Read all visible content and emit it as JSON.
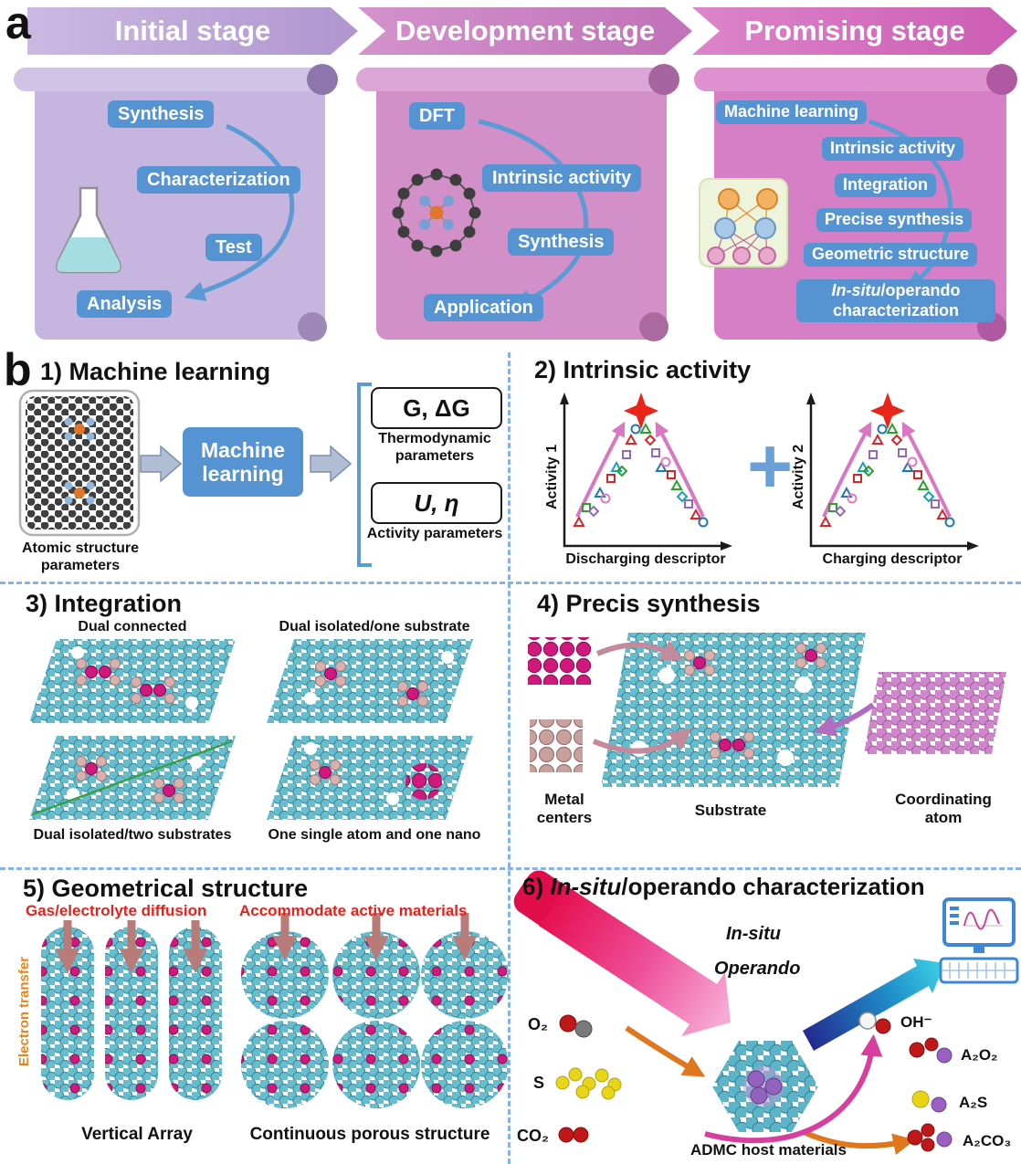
{
  "panel_a": {
    "label": "a",
    "stages": [
      {
        "banner": "Initial stage",
        "steps": [
          "Synthesis",
          "Characterization",
          "Test",
          "Analysis"
        ]
      },
      {
        "banner": "Development stage",
        "steps": [
          "DFT",
          "Intrinsic activity",
          "Synthesis",
          "Application"
        ]
      },
      {
        "banner": "Promising stage",
        "steps": [
          "Machine learning",
          "Intrinsic activity",
          "Integration",
          "Precise synthesis",
          "Geometric structure"
        ],
        "final_step": {
          "italic": "In-situ",
          "rest": "/operando characterization"
        }
      }
    ]
  },
  "panel_b": {
    "label": "b",
    "s1": {
      "heading": "1) Machine learning",
      "input_caption": "Atomic structure parameters",
      "process": "Machine learning",
      "out1": "G, ΔG",
      "out1_caption": "Thermodynamic parameters",
      "out2": "U, η",
      "out2_caption": "Activity parameters"
    },
    "s2": {
      "heading": "2) Intrinsic activity",
      "plot1_ylabel": "Activity 1",
      "plot1_xlabel": "Discharging descriptor",
      "plus": "+",
      "plot2_ylabel": "Activity 2",
      "plot2_xlabel": "Charging descriptor"
    },
    "s3": {
      "heading": "3) Integration",
      "label_tl": "Dual connected",
      "label_tr": "Dual isolated/one substrate",
      "label_bl": "Dual isolated/two substrates",
      "label_br": "One single atom and one nano"
    },
    "s4": {
      "heading": "4) Precis synthesis",
      "left_caption": "Metal centers",
      "center_caption": "Substrate",
      "right_caption": "Coordinating atom"
    },
    "s5": {
      "heading": "5) Geometrical structure",
      "red_left": "Gas/electrolyte diffusion",
      "red_right": "Accommodate active materials",
      "side_label": "Electron transfer",
      "caption_left": "Vertical Array",
      "caption_right": "Continuous porous structure"
    },
    "s6": {
      "heading_num": "6) ",
      "heading_italic": "In-situ",
      "heading_rest": "/operando characterization",
      "insitu": "In-situ",
      "operando": "Operando",
      "reactant_1": "O₂",
      "reactant_2": "S",
      "reactant_3": "CO₂",
      "host_caption": "ADMC host materials",
      "product_1": "OH⁻",
      "product_2": "A₂O₂",
      "product_3": "A₂S",
      "product_4": "A₂CO₃"
    }
  }
}
